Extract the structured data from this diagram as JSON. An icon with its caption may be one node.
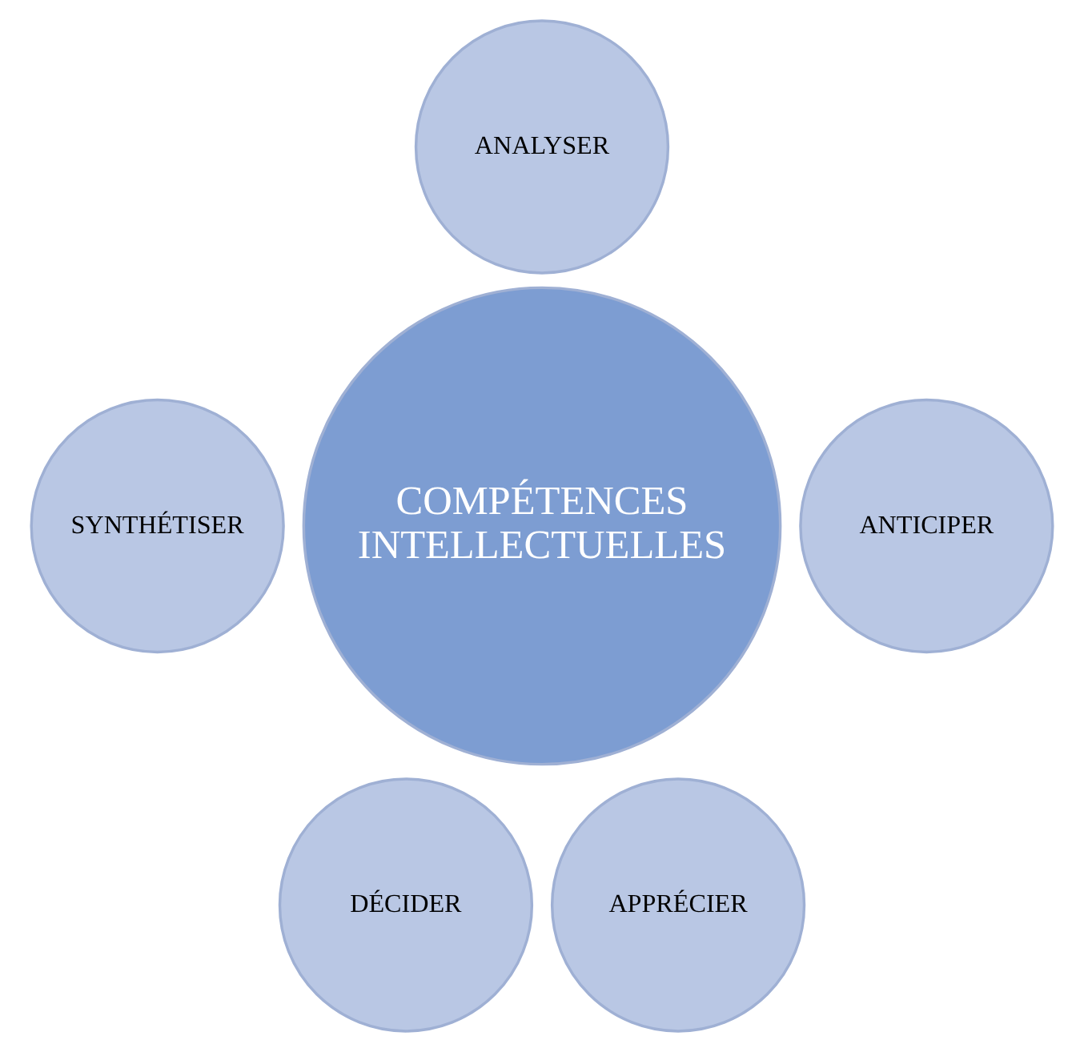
{
  "diagram": {
    "nodes": [
      {
        "text": [
          "ANALYSER"
        ]
      },
      {
        "text": [
          "SYNTHÉTISER"
        ]
      },
      {
        "text": [
          "COMPÉTENCES INTELLECTUELLES"
        ]
      },
      {
        "text": [
          "ANTICIPER"
        ]
      },
      {
        "text": [
          "DÉCIDER"
        ]
      },
      {
        "text": [
          "APPRÉCIER"
        ]
      }
    ],
    "edges": []
  }
}
